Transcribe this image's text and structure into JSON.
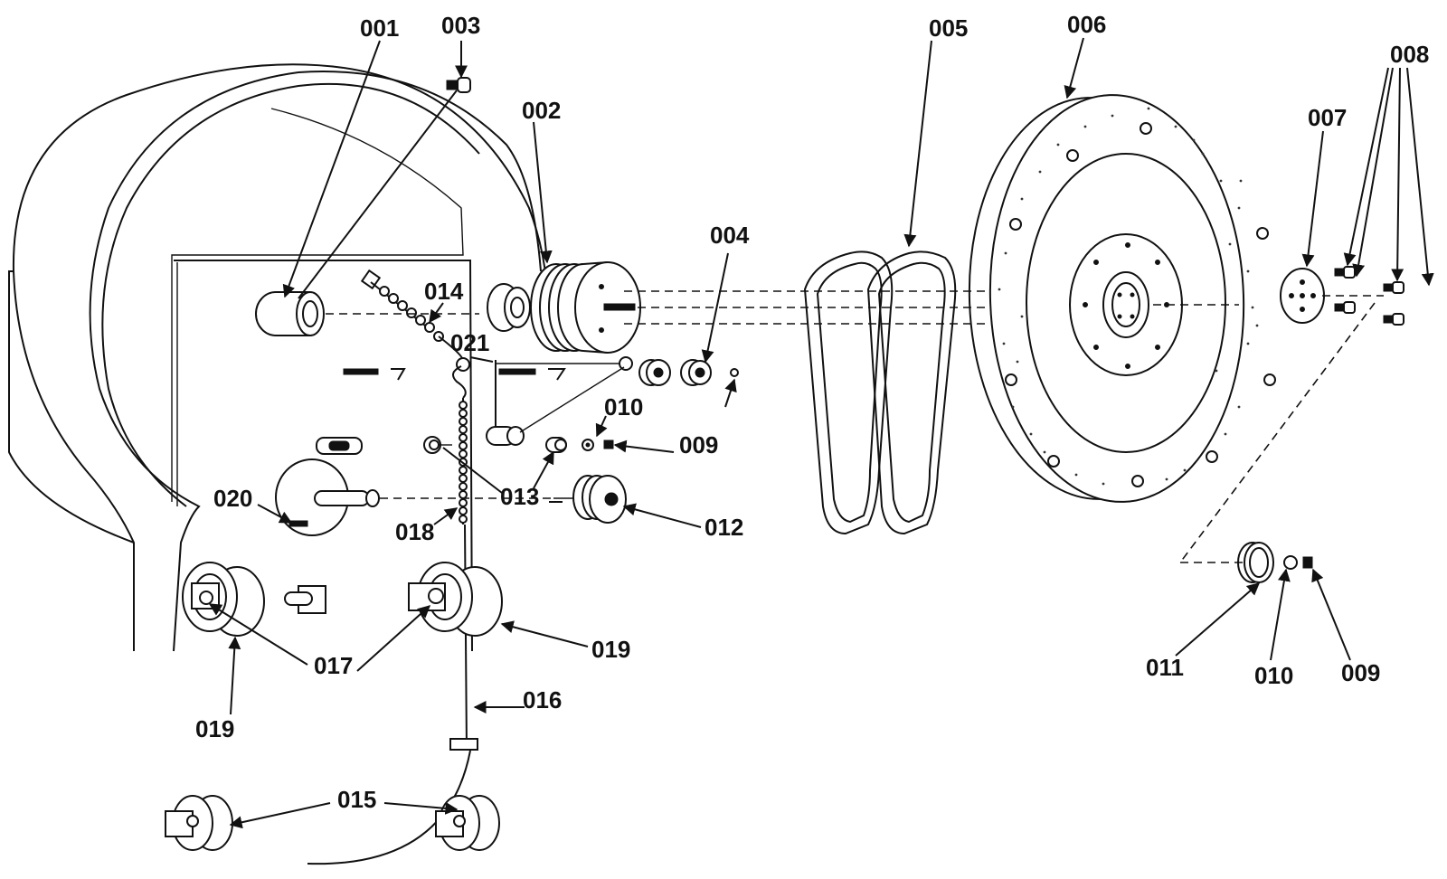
{
  "callouts": [
    {
      "id": "c001",
      "label": "001"
    },
    {
      "id": "c003",
      "label": "003"
    },
    {
      "id": "c002",
      "label": "002"
    },
    {
      "id": "c005",
      "label": "005"
    },
    {
      "id": "c006",
      "label": "006"
    },
    {
      "id": "c008",
      "label": "008"
    },
    {
      "id": "c007",
      "label": "007"
    },
    {
      "id": "c004",
      "label": "004"
    },
    {
      "id": "c014",
      "label": "014"
    },
    {
      "id": "c021",
      "label": "021"
    },
    {
      "id": "c010a",
      "label": "010"
    },
    {
      "id": "c009a",
      "label": "009"
    },
    {
      "id": "c020",
      "label": "020"
    },
    {
      "id": "c013",
      "label": "013"
    },
    {
      "id": "c012",
      "label": "012"
    },
    {
      "id": "c018",
      "label": "018"
    },
    {
      "id": "c019a",
      "label": "019"
    },
    {
      "id": "c017",
      "label": "017"
    },
    {
      "id": "c019b",
      "label": "019"
    },
    {
      "id": "c016",
      "label": "016"
    },
    {
      "id": "c015",
      "label": "015"
    },
    {
      "id": "c011",
      "label": "011"
    },
    {
      "id": "c010b",
      "label": "010"
    },
    {
      "id": "c009b",
      "label": "009"
    }
  ]
}
